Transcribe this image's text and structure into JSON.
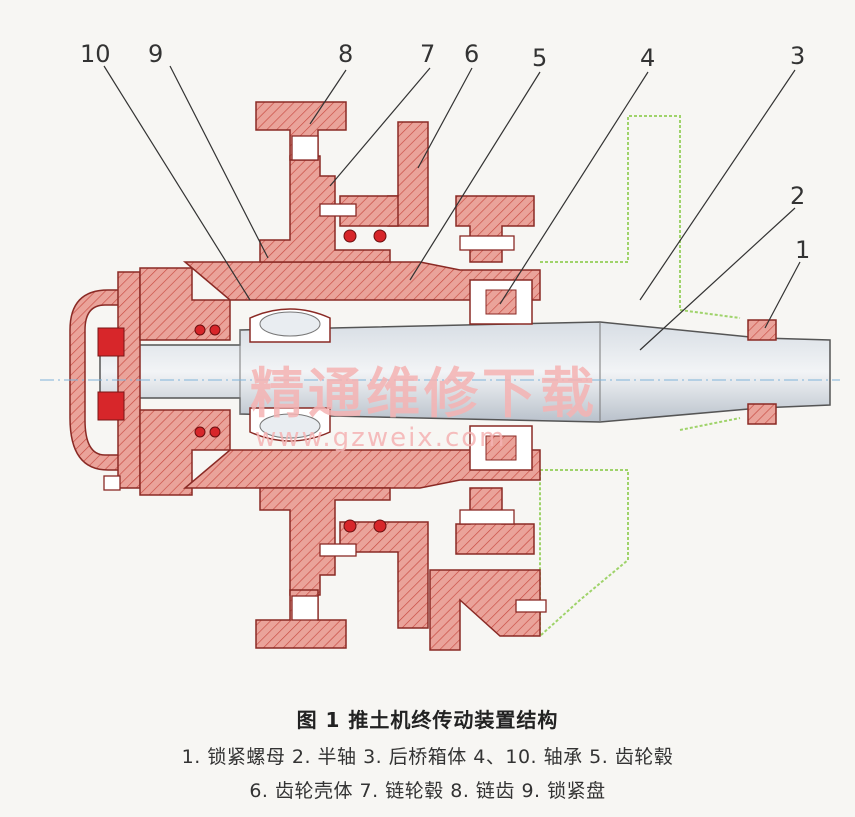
{
  "callouts": [
    "10",
    "9",
    "8",
    "7",
    "6",
    "5",
    "4",
    "3",
    "2",
    "1"
  ],
  "watermark": {
    "text": "精通维修下载",
    "url": "www.gzweix.com"
  },
  "caption": {
    "title": "图 1   推土机终传动装置结构",
    "legend_line_1": "1. 锁紧螺母  2. 半轴  3. 后桥箱体  4、10. 轴承  5. 齿轮毂",
    "legend_line_2": "6. 齿轮壳体  7. 链轮毂  8. 链齿  9. 锁紧盘"
  },
  "colors": {
    "part_fill": "#e89088",
    "part_dark": "#d4554c",
    "seal_red": "#d7262a",
    "shaft_gray": "#b8c0cc",
    "housing_line": "#9fd36a",
    "background": "#f7f6f3"
  }
}
